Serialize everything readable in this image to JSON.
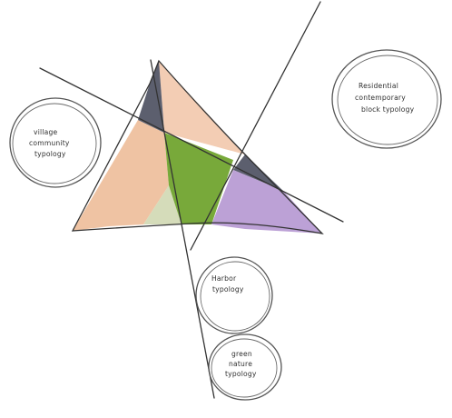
{
  "colors": {
    "peach": "#efc3a3",
    "peach_light": "#f3cdb4",
    "dark_grey": "#5c5f6e",
    "green": "#78a93a",
    "light_sage": "#d5dcba",
    "lavender": "#bca1d6",
    "outline": "#333333"
  },
  "labels": {
    "village": [
      "village",
      "community",
      "typology"
    ],
    "residential": [
      "Residential",
      "contemporary",
      "block typology"
    ],
    "harbor": [
      "Harbor",
      "typology"
    ],
    "green_nature": [
      "green",
      "nature",
      "typology"
    ]
  }
}
